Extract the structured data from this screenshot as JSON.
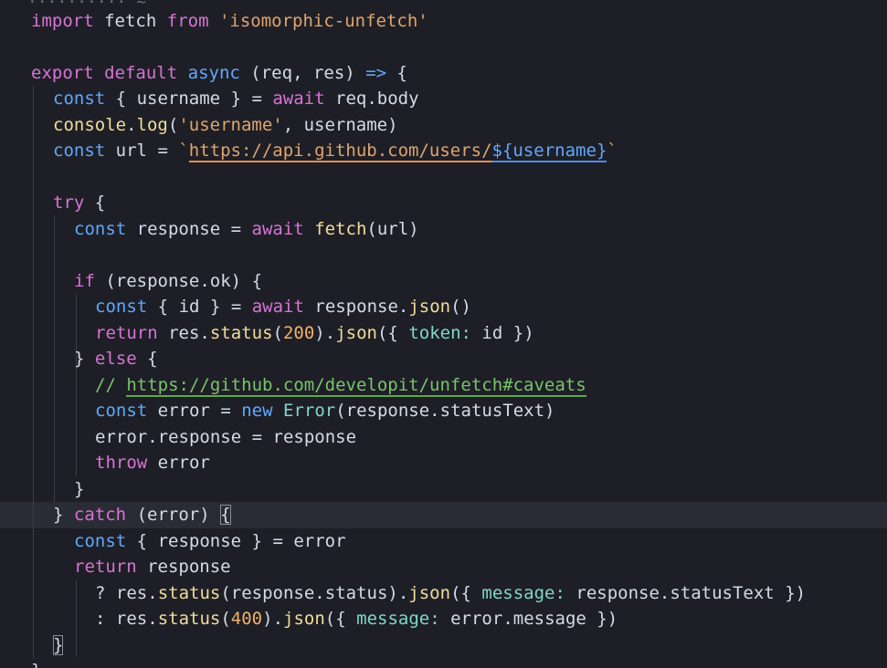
{
  "editor": {
    "top_partial": "·········· ~",
    "bottom_partial": "}",
    "lines": {
      "l1": {
        "kw1": "import",
        "name": "fetch",
        "kw2": "from",
        "str": "'isomorphic-unfetch'"
      },
      "l3": {
        "kw1": "export",
        "kw2": "default",
        "kw3": "async",
        "open": "(",
        "p1": "req",
        "comma": ",",
        "p2": "res",
        "close": ")",
        "arrow": "=>",
        "brace": "{"
      },
      "l4": {
        "kw": "const",
        "lb": "{",
        "name": "username",
        "rb": "}",
        "eq": "=",
        "aw": "await",
        "obj": "req",
        "dot": ".",
        "prop": "body"
      },
      "l5": {
        "obj": "console",
        "dot": ".",
        "fn": "log",
        "open": "(",
        "str": "'username'",
        "comma": ",",
        "arg": "username",
        "close": ")"
      },
      "l6": {
        "kw": "const",
        "name": "url",
        "eq": "=",
        "tick1": "`",
        "url": "https://api.github.com/users/",
        "interp_open": "${",
        "interp_var": "username",
        "interp_close": "}",
        "tick2": "`"
      },
      "l8": {
        "kw": "try",
        "brace": "{"
      },
      "l9": {
        "kw": "const",
        "name": "response",
        "eq": "=",
        "aw": "await",
        "fn": "fetch",
        "open": "(",
        "arg": "url",
        "close": ")"
      },
      "l11": {
        "kw": "if",
        "open": "(",
        "obj": "response",
        "dot": ".",
        "prop": "ok",
        "close": ")",
        "brace": "{"
      },
      "l12": {
        "kw": "const",
        "lb": "{",
        "name": "id",
        "rb": "}",
        "eq": "=",
        "aw": "await",
        "obj": "response",
        "dot": ".",
        "fn": "json",
        "parens": "()"
      },
      "l13": {
        "kw": "return",
        "obj": "res",
        "dot1": ".",
        "fn1": "status",
        "open1": "(",
        "num": "200",
        "close1": ")",
        "dot2": ".",
        "fn2": "json",
        "open2": "({",
        "key": "token",
        "colon": ":",
        "val": "id",
        "close2": "})"
      },
      "l14": {
        "rb": "}",
        "kw": "else",
        "lb": "{"
      },
      "l15": {
        "prefix": "// ",
        "url": "https://github.com/developit/unfetch#caveats"
      },
      "l16": {
        "kw": "const",
        "name": "error",
        "eq": "=",
        "kw2": "new",
        "cls": "Error",
        "open": "(",
        "obj": "response",
        "dot": ".",
        "prop": "statusText",
        "close": ")"
      },
      "l17": {
        "obj": "error",
        "dot": ".",
        "prop": "response",
        "eq": "=",
        "val": "response"
      },
      "l18": {
        "kw": "throw",
        "val": "error"
      },
      "l19": {
        "rb": "}"
      },
      "l20": {
        "rb": "}",
        "kw": "catch",
        "open": "(",
        "arg": "error",
        "close": ")",
        "brace": "{"
      },
      "l21": {
        "kw": "const",
        "lb": "{",
        "name": "response",
        "rb": "}",
        "eq": "=",
        "val": "error"
      },
      "l22": {
        "kw": "return",
        "val": "response"
      },
      "l23": {
        "q": "?",
        "obj": "res",
        "dot1": ".",
        "fn1": "status",
        "open1": "(",
        "arg_obj": "response",
        "arg_dot": ".",
        "arg_prop": "status",
        "close1": ")",
        "dot2": ".",
        "fn2": "json",
        "open2": "({",
        "key": "message",
        "colon": ":",
        "vobj": "response",
        "vdot": ".",
        "vprop": "statusText",
        "close2": "})"
      },
      "l24": {
        "c": ":",
        "obj": "res",
        "dot1": ".",
        "fn1": "status",
        "open1": "(",
        "num": "400",
        "close1": ")",
        "dot2": ".",
        "fn2": "json",
        "open2": "({",
        "key": "message",
        "colon": ":",
        "vobj": "error",
        "vdot": ".",
        "vprop": "message",
        "close2": "})"
      },
      "l25": {
        "rb": "}"
      }
    }
  },
  "colors": {
    "background": "#1e1f26",
    "keyword": "#d873d6",
    "storage": "#5fa8ff",
    "function": "#f2dd9b",
    "string": "#e0a46d",
    "comment": "#7ac36b"
  }
}
